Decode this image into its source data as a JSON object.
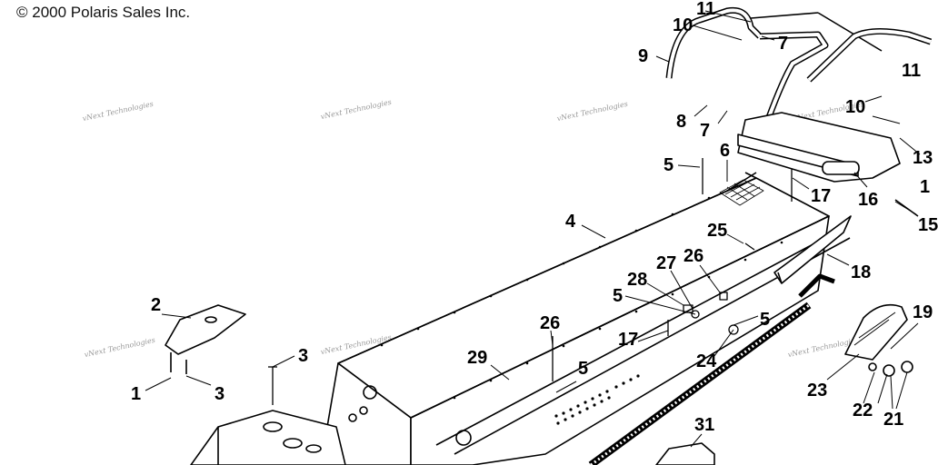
{
  "copyright": "© 2000 Polaris Sales Inc.",
  "watermark": "vNext Technologies",
  "callouts": [
    "11",
    "10",
    "7",
    "9",
    "8",
    "7",
    "11",
    "10",
    "13",
    "5",
    "6",
    "17",
    "16",
    "15",
    "4",
    "25",
    "18",
    "28",
    "27",
    "26",
    "5",
    "5",
    "2",
    "3",
    "29",
    "26",
    "17",
    "5",
    "19",
    "24",
    "1",
    "3",
    "23",
    "22",
    "21",
    "31",
    "1"
  ]
}
